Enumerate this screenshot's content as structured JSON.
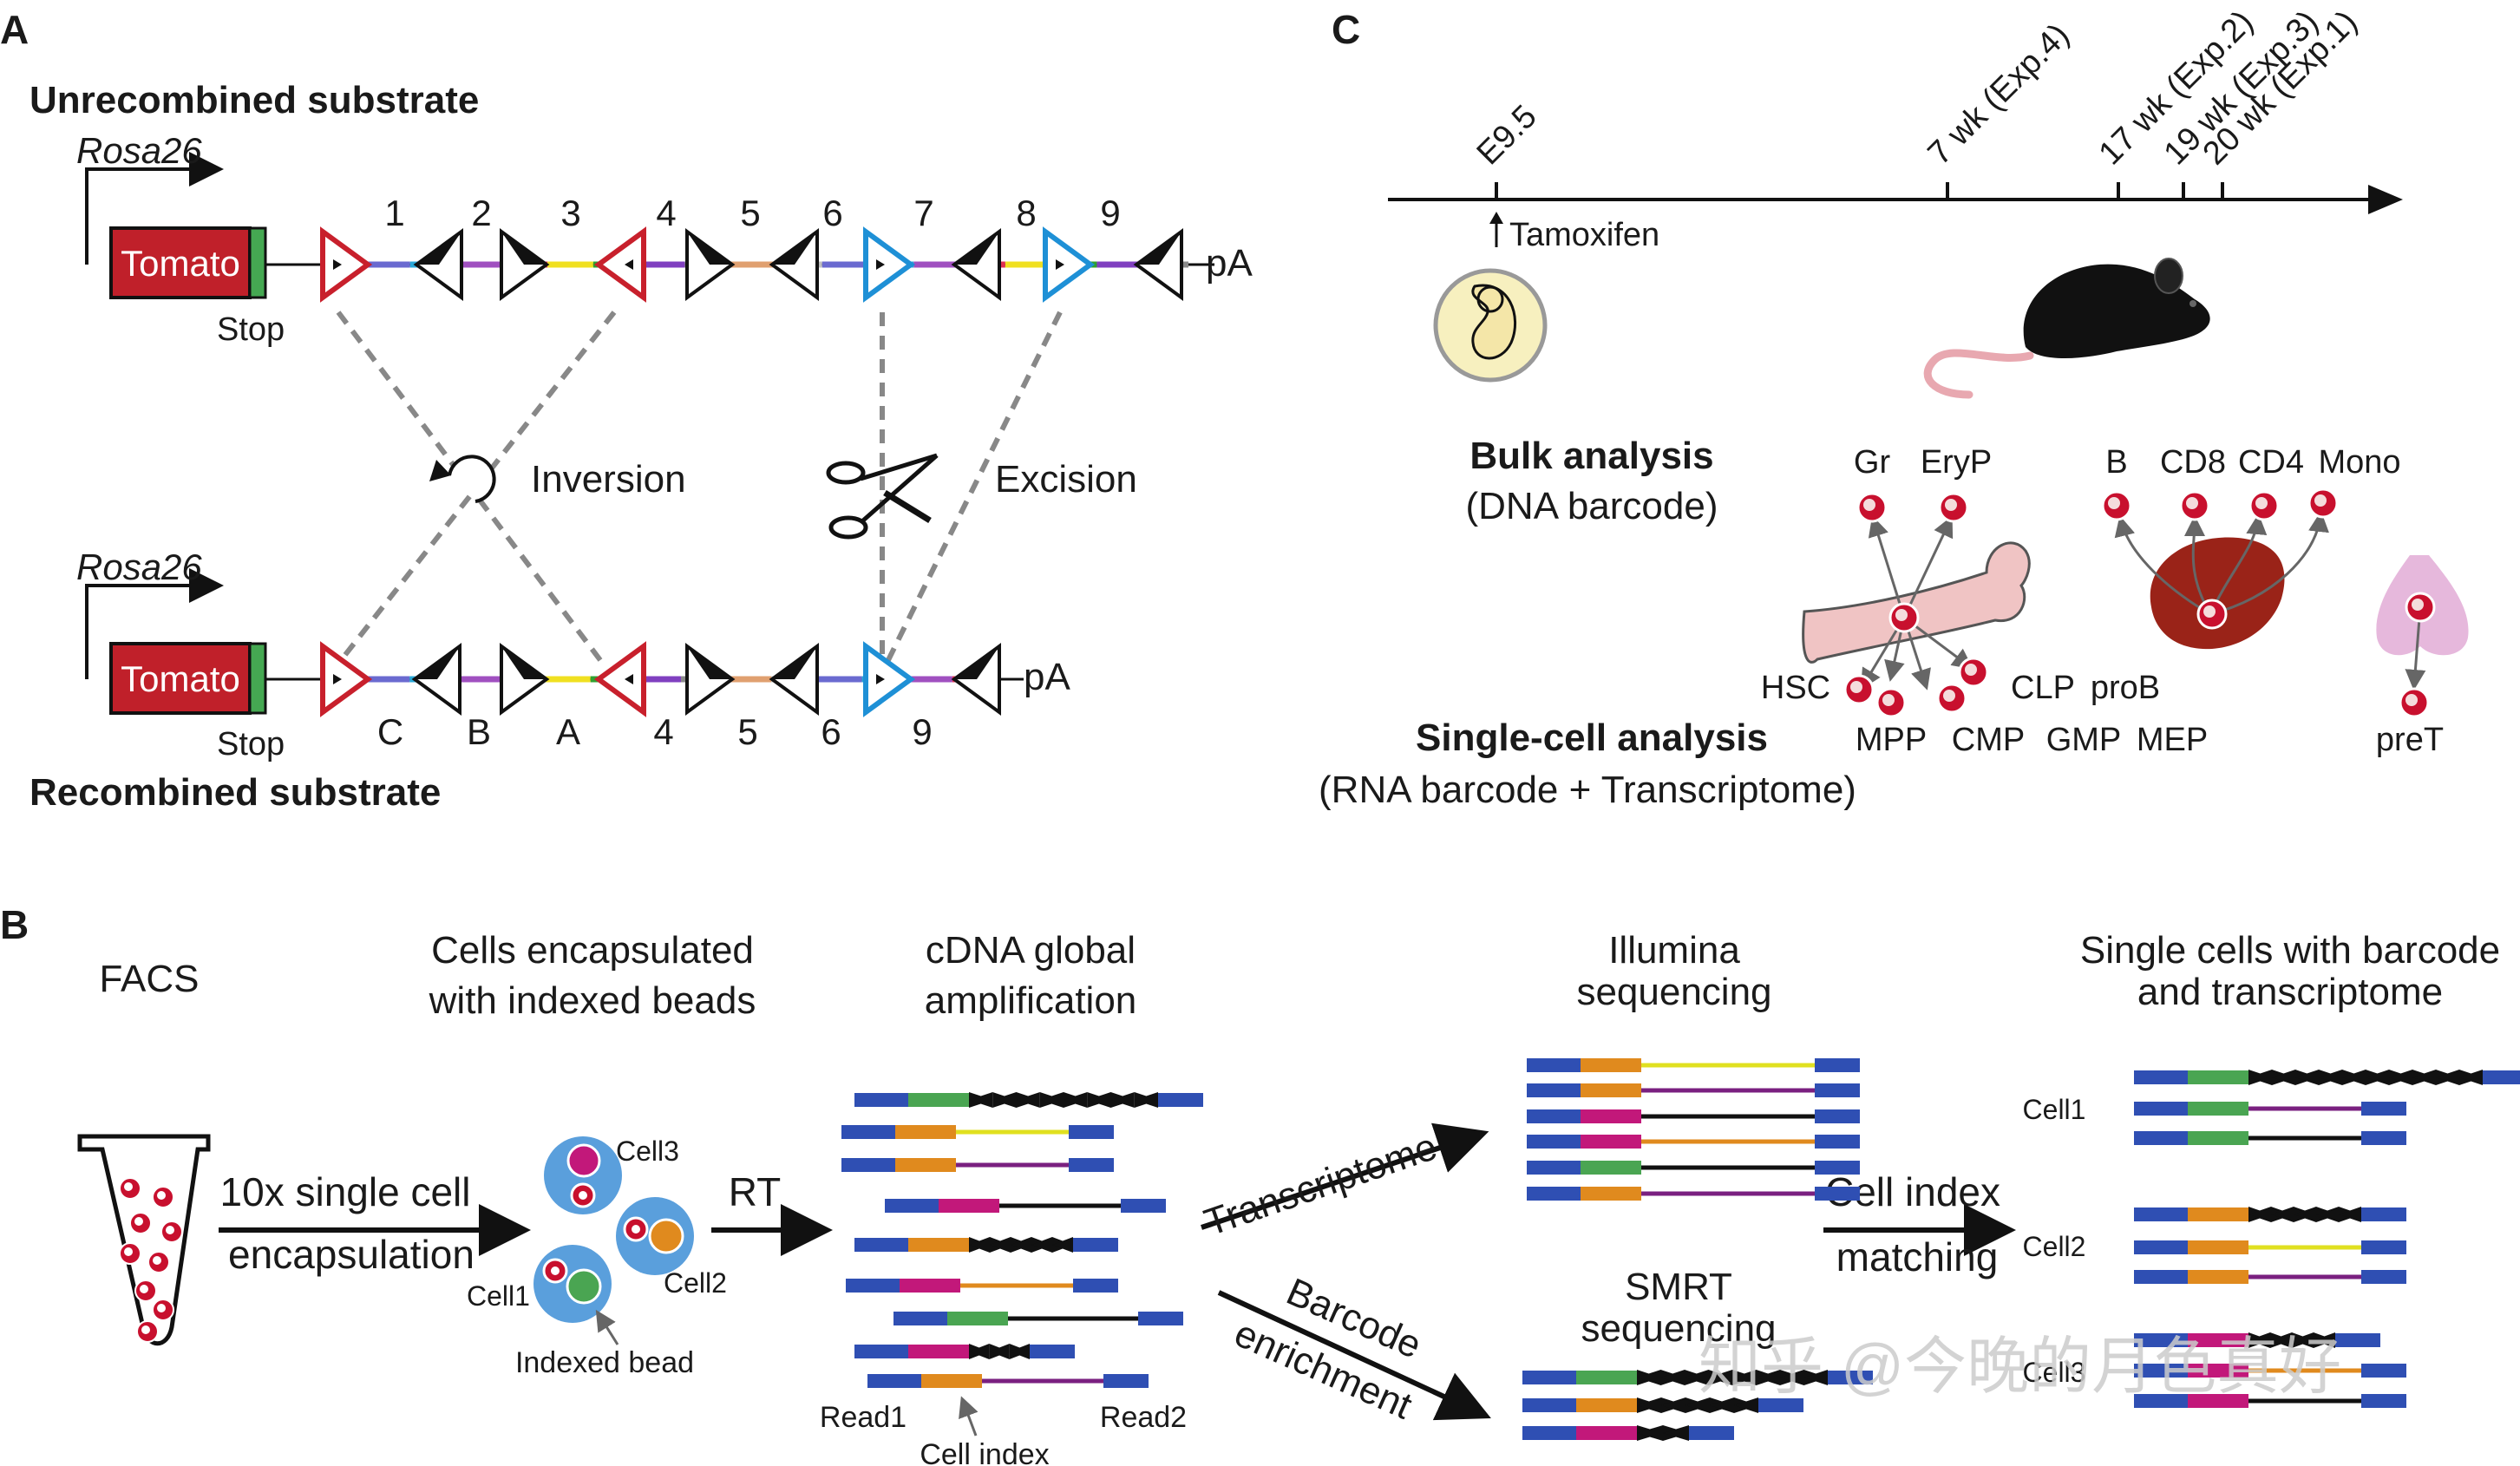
{
  "panel_a": {
    "letter": "A",
    "title_top": "Unrecombined substrate",
    "title_bottom": "Recombined substrate",
    "promoter": "Rosa26",
    "reporter": "Tomato",
    "stop": "Stop",
    "polya": "pA",
    "top_numbers": [
      "1",
      "2",
      "3",
      "4",
      "5",
      "6",
      "7",
      "8",
      "9"
    ],
    "bottom_labels": [
      "C",
      "B",
      "A",
      "4",
      "5",
      "6",
      "9"
    ],
    "inversion": "Inversion",
    "excision": "Excision"
  },
  "panel_b": {
    "letter": "B",
    "facs": "FACS",
    "step1": [
      "10x single cell",
      "encapsulation"
    ],
    "encapsulated": [
      "Cells encapsulated",
      "with indexed beads"
    ],
    "cells": [
      "Cell1",
      "Cell2",
      "Cell3"
    ],
    "indexed_bead": "Indexed bead",
    "rt": "RT",
    "cdna": [
      "cDNA global",
      "amplification"
    ],
    "read1": "Read1",
    "read2": "Read2",
    "cell_index": "Cell index",
    "transcriptome": "Transcriptome",
    "barcode_enrichment": [
      "Barcode",
      "enrichment"
    ],
    "illumina": [
      "Illumina",
      "sequencing"
    ],
    "smrt": [
      "SMRT",
      "sequencing"
    ],
    "matching": [
      "Cell index",
      "matching"
    ],
    "single_cells": [
      "Single cells with barcode",
      "and transcriptome"
    ],
    "out_cells": [
      "Cell1",
      "Cell2",
      "Cell3"
    ]
  },
  "panel_c": {
    "letter": "C",
    "tamoxifen": "Tamoxifen",
    "timepoints": [
      "E9.5",
      "7 wk (Exp.4)",
      "17 wk (Exp.2)",
      "19 wk (Exp.3)",
      "20 wk (Exp.1)"
    ],
    "bulk": [
      "Bulk analysis",
      "(DNA barcode)"
    ],
    "single": [
      "Single-cell analysis",
      "(RNA barcode + Transcriptome)"
    ],
    "bulk_types": [
      "Gr",
      "EryP",
      "B",
      "CD8",
      "CD4",
      "Mono"
    ],
    "sc_types": [
      "HSC",
      "CLP",
      "proB",
      "MPP",
      "CMP",
      "GMP",
      "MEP",
      "preT"
    ]
  },
  "watermark": "知乎 @今晚的月色真好",
  "colors": {
    "tomato": "#c0202a",
    "stop": "#45a852",
    "loxp_red": "#c8202c",
    "loxp_blue": "#1e90d6",
    "seq_blue": "#2f4fb3",
    "seq_green": "#4aa552",
    "seq_orange": "#e08a1e",
    "seq_magenta": "#c2187a",
    "bead": "#5a9fdc",
    "cell_red": "#c8102e"
  }
}
